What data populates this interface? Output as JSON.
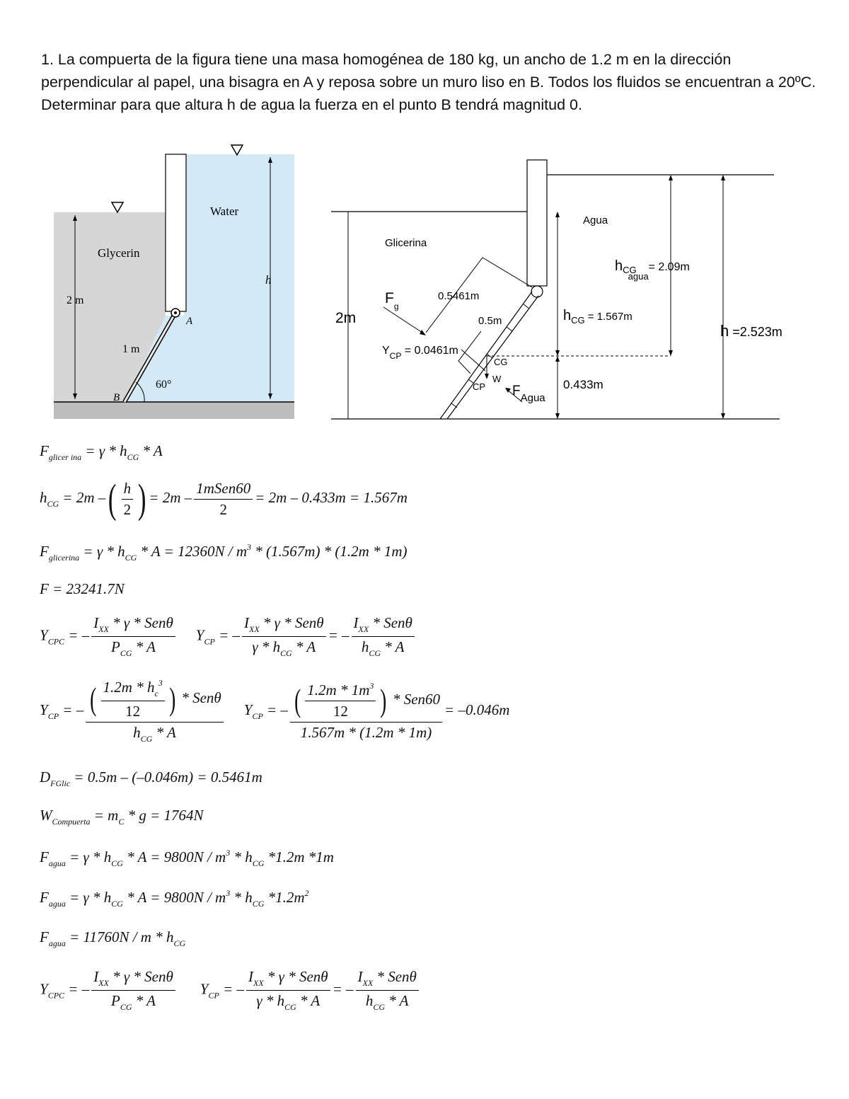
{
  "problem": {
    "text": "1.  La compuerta de la figura tiene una masa homogénea de 180 kg, un ancho de 1.2 m en la dirección perpendicular al papel, una bisagra en A y reposa sobre un muro liso en B. Todos los fluidos se encuentran a 20ºC. Determinar para que altura h de agua la fuerza en el punto B tendrá magnitud 0."
  },
  "figure_left": {
    "labels": {
      "glycerin": "Glycerin",
      "water": "Water",
      "depth": "2 m",
      "gate_length": "1 m",
      "angle": "60°",
      "hinge": "A",
      "point_b": "B",
      "h": "h"
    },
    "colors": {
      "glycerin": "#d6d6d6",
      "water": "#d4e9f6",
      "ground": "#a9a9a9"
    }
  },
  "figure_right": {
    "labels": {
      "agua": "Agua",
      "glicerina": "Glicerina",
      "depth": "2m",
      "fg_main": "F",
      "fg_sub": "g",
      "d_0_5461": "0.5461m",
      "d_0_5": "0.5m",
      "ycp_main": "Y",
      "ycp_sub": "CP",
      "ycp_value": " = 0.0461m",
      "cg": "CG",
      "w": "W",
      "cp": "CP",
      "fa_main": "F",
      "fa_sub": "Agua",
      "d_0_433": "0.433m",
      "hcg_main": "h",
      "hcg_sub": "CG",
      "hcg_value": " = 1.567m",
      "hcga_main": "h",
      "hcga_sub1": "CG",
      "hcga_sub2": "agua",
      "hcga_value": "= 2.09m",
      "h_main": "h",
      "h_value": " =2.523m"
    }
  },
  "equations": {
    "e1": {
      "F": "F",
      "s1": "glicer ina",
      "m1": " = γ * h",
      "s2": "CG",
      "m2": " * A"
    },
    "e2": {
      "h": "h",
      "s1": "CG",
      "m1": " = 2m –",
      "pl": "(",
      "n1": "h",
      "d1": "2",
      "pr": ")",
      "m2": "= 2m –",
      "n2": "1mSen60",
      "d2": "2",
      "m3": "= 2m – 0.433m = 1.567m"
    },
    "e3": {
      "F": "F",
      "s1": "glicerina",
      "m1": " = γ * h",
      "s2": "CG",
      "m2": " * A = 12360N / m",
      "p": "3",
      "m3": " * (1.567m) * (1.2m * 1m)"
    },
    "e4": {
      "t": "F = 23241.7N"
    },
    "e5": {
      "y1": "Y",
      "s1": "CPC",
      "m1": " = –",
      "n1a": "I",
      "n1s": "XX",
      "n1b": " * γ * Senθ",
      "d1a": "P",
      "d1s": "CG",
      "d1b": " * A",
      "y2": "Y",
      "s2": "CP",
      "m2": " = –",
      "n2a": "I",
      "n2s": "XX",
      "n2b": " * γ * Senθ",
      "d2a": "γ * h",
      "d2s": "CG",
      "d2b": " * A",
      "m3": "= –",
      "n3a": "I",
      "n3s": "XX",
      "n3b": " * Senθ",
      "d3a": "h",
      "d3s": "CG",
      "d3b": " * A"
    },
    "e6": {
      "y1": "Y",
      "s1": "CP",
      "m1": " = –",
      "n1a": "1.2m * h",
      "n1s": "c",
      "n1p": "3",
      "n1d": "12",
      "n1b": " * Senθ",
      "d1a": "h",
      "d1s": "CG",
      "d1b": " * A",
      "y2": "Y",
      "s2": "CP",
      "m2": " = –",
      "n2a": "1.2m * 1m",
      "n2p": "3",
      "n2d": "12",
      "n2b": " * Sen60",
      "d2": "1.567m * (1.2m * 1m)",
      "m3": "= –0.046m"
    },
    "e7": {
      "D": "D",
      "s1": "FGlic",
      "m1": " = 0.5m – (–0.046m) = 0.5461m"
    },
    "e8": {
      "W": "W",
      "s1": "Compuerta",
      "m1": " = m",
      "s2": "C",
      "m2": " * g = 1764N"
    },
    "e9": {
      "F": "F",
      "s1": "agua",
      "m1": " = γ * h",
      "s2": "CG",
      "m2": " * A = 9800N / m",
      "p": "3",
      "m3": " * h",
      "s3": "CG",
      "m4": " *1.2m *1m"
    },
    "e10": {
      "F": "F",
      "s1": "agua",
      "m1": " = γ * h",
      "s2": "CG",
      "m2": " * A = 9800N / m",
      "p": "3",
      "m3": " * h",
      "s3": "CG",
      "m4": " *1.2m",
      "p2": "2"
    },
    "e11": {
      "F": "F",
      "s1": "agua",
      "m1": " = 11760N / m * h",
      "s2": "CG"
    },
    "e12": {
      "y1": "Y",
      "s1": "CPC",
      "m1": " = –",
      "n1a": "I",
      "n1s": "XX",
      "n1b": " * γ * Senθ",
      "d1a": "P",
      "d1s": "CG",
      "d1b": " * A",
      "y2": "Y",
      "s2": "CP",
      "m2": " = –",
      "n2a": "I",
      "n2s": "XX",
      "n2b": " * γ * Senθ",
      "d2a": "γ * h",
      "d2s": "CG",
      "d2b": " * A",
      "m3": "= –",
      "n3a": "I",
      "n3s": "XX",
      "n3b": " * Senθ",
      "d3a": "h",
      "d3s": "CG",
      "d3b": " * A"
    }
  }
}
